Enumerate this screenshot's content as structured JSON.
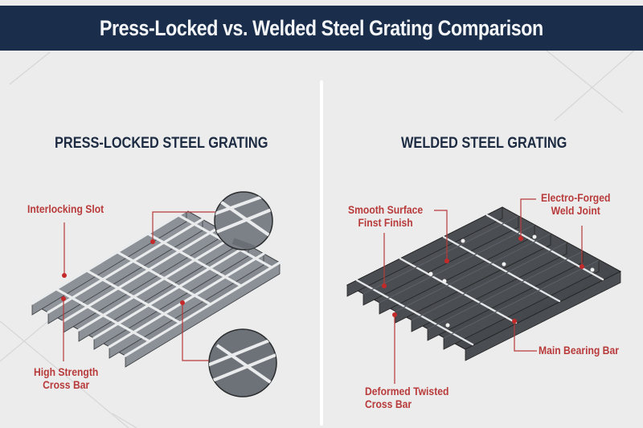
{
  "header": {
    "title": "Press-Locked vs. Welded Steel Grating Comparison"
  },
  "colors": {
    "header_bg": "#1a2e4b",
    "header_text": "#f4f6f8",
    "panel_title": "#1c2b42",
    "callout_red": "#b83a3a",
    "background": "#ececec",
    "press_locked_steel": "#8a8f95",
    "welded_steel": "#4a4d52",
    "bar_highlight": "#e9ebec"
  },
  "panels": {
    "left": {
      "title": "PRESS-LOCKED STEEL GRATING",
      "callouts": [
        {
          "id": "interlocking-slot",
          "label": "Interlocking Slot"
        },
        {
          "id": "high-strength-cross-bar",
          "line1": "High Strength",
          "line2": "Cross Bar"
        }
      ],
      "magnifiers": [
        {
          "id": "detail-top",
          "depicts": "magnified interlocking slot joint"
        },
        {
          "id": "detail-bottom",
          "depicts": "magnified cross bar joint"
        }
      ]
    },
    "right": {
      "title": "WELDED STEEL GRATING",
      "callouts": [
        {
          "id": "smooth-surface",
          "line1": "Smooth Surface",
          "line2": "Finst Finish"
        },
        {
          "id": "electro-forged",
          "line1": "Electro-Forged",
          "line2": "Weld Joint"
        },
        {
          "id": "main-bearing-bar",
          "label": "Main Bearing Bar"
        },
        {
          "id": "deformed-twisted",
          "line1": "Deformed Twisted",
          "line2": "Cross Bar"
        }
      ]
    }
  }
}
